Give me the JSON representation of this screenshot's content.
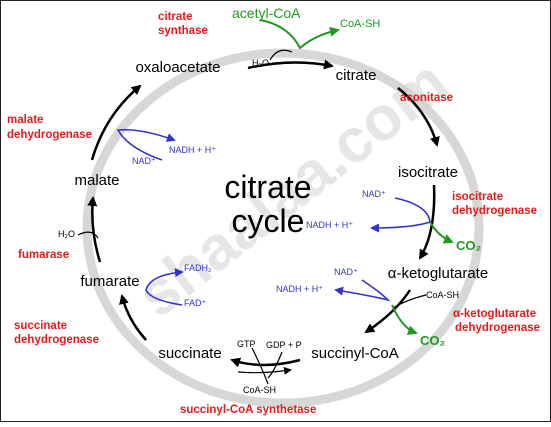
{
  "diagram": {
    "title_line1": "citrate",
    "title_line2": "cycle",
    "watermark": "shaalaa.com",
    "metabolites": {
      "oxaloacetate": "oxaloacetate",
      "citrate": "citrate",
      "isocitrate": "isocitrate",
      "alpha_ketoglutarate": "α-ketoglutarate",
      "succinyl_coa": "succinyl-CoA",
      "succinate": "succinate",
      "fumarate": "fumarate",
      "malate": "malate"
    },
    "enzymes": {
      "citrate_synthase_1": "citrate",
      "citrate_synthase_2": "synthase",
      "aconitase": "aconitase",
      "isocitrate_dh_1": "isocitrate",
      "isocitrate_dh_2": "dehydrogenase",
      "akg_dh_1": "α-ketoglutarate",
      "akg_dh_2": "dehydrogenase",
      "succinyl_coa_synthetase": "succinyl-CoA synthetase",
      "succinate_dh_1": "succinate",
      "succinate_dh_2": "dehydrogenase",
      "fumarase": "fumarase",
      "malate_dh_1": "malate",
      "malate_dh_2": "dehydrogenase"
    },
    "cofactors": {
      "acetyl_coa": "acetyl-CoA",
      "coa_sh_top": "CoA-SH",
      "h2o_top": "H₂O",
      "nad_isocitrate": "NAD⁺",
      "nadh_isocitrate": "NADH + H⁺",
      "co2_1": "CO₂",
      "nad_akg": "NAD⁺",
      "nadh_akg": "NADH + H⁺",
      "coa_sh_akg": "CoA-SH",
      "co2_2": "CO₂",
      "gtp": "GTP",
      "gdp_p": "GDP + P",
      "coa_sh_bottom": "CoA-SH",
      "fadh2": "FADH₂",
      "fad": "FAD⁺",
      "h2o_left": "H₂O",
      "nad_malate": "NAD⁺",
      "nadh_malate": "NADH + H⁺"
    },
    "colors": {
      "enzyme": "#e31b1b",
      "redox": "#3333cc",
      "carbon": "#1f9a1f",
      "arrow": "#000000"
    }
  }
}
